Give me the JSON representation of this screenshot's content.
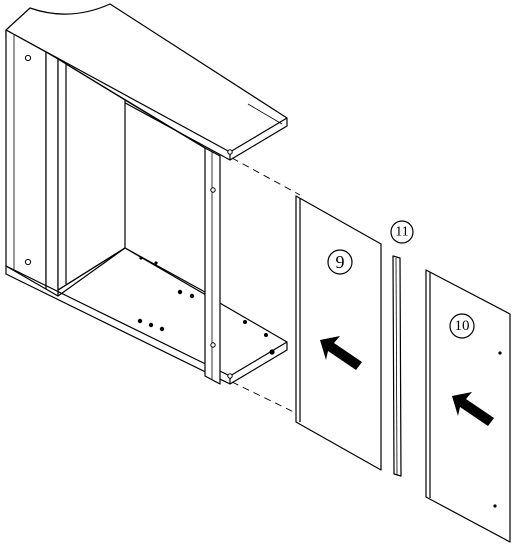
{
  "callouts": {
    "panel_a": "9",
    "strip": "11",
    "panel_b": "10"
  }
}
